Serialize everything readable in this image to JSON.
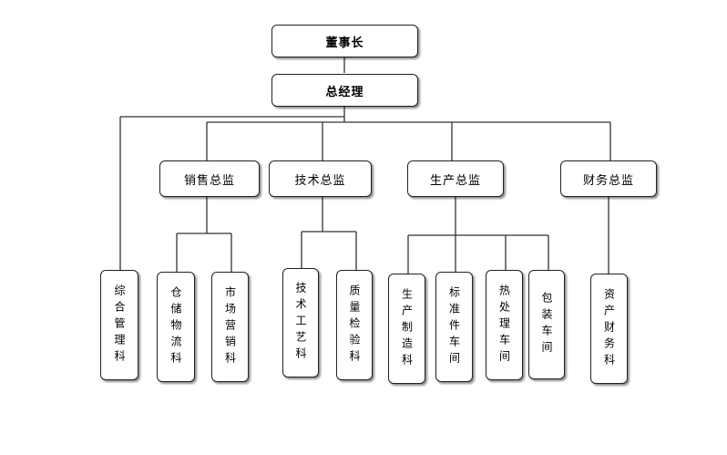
{
  "chairman": "董事长",
  "general_manager": "总经理",
  "directors": {
    "sales": "销售总监",
    "tech": "技术总监",
    "production": "生产总监",
    "finance": "财务总监"
  },
  "departments": {
    "general_affairs": "综合管理科",
    "warehouse_logistics": "仓储物流科",
    "marketing": "市场营销科",
    "tech_process": "技术工艺科",
    "quality_inspection": "质量检验科",
    "production_manufacturing": "生产制造科",
    "standard_parts_workshop": "标准件车间",
    "heat_treatment_workshop": "热处理车间",
    "packaging_workshop": "包装车间",
    "asset_finance": "资产财务科"
  }
}
